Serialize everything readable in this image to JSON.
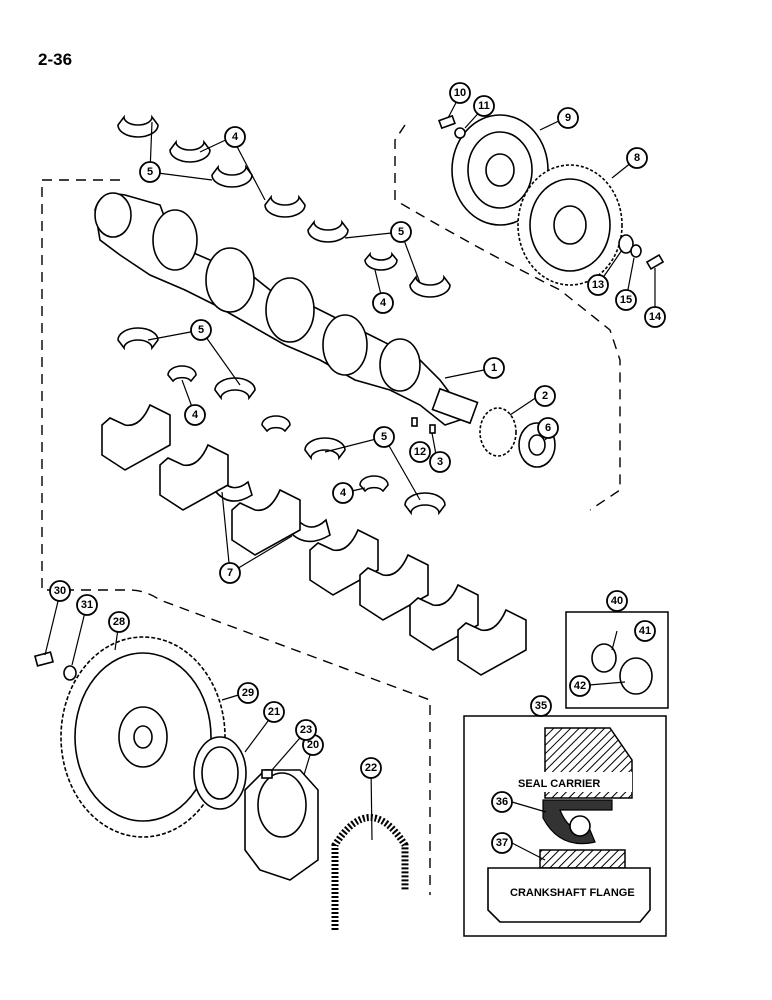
{
  "page_number": "2-36",
  "callouts": [
    "1",
    "2",
    "3",
    "4",
    "5",
    "6",
    "7",
    "8",
    "9",
    "10",
    "11",
    "12",
    "13",
    "14",
    "15",
    "20",
    "21",
    "22",
    "23",
    "28",
    "29",
    "30",
    "31",
    "35",
    "36",
    "37",
    "40",
    "41",
    "42"
  ],
  "detail_35": {
    "seal_carrier_label": "SEAL CARRIER",
    "crankshaft_flange_label": "CRANKSHAFT FLANGE"
  }
}
